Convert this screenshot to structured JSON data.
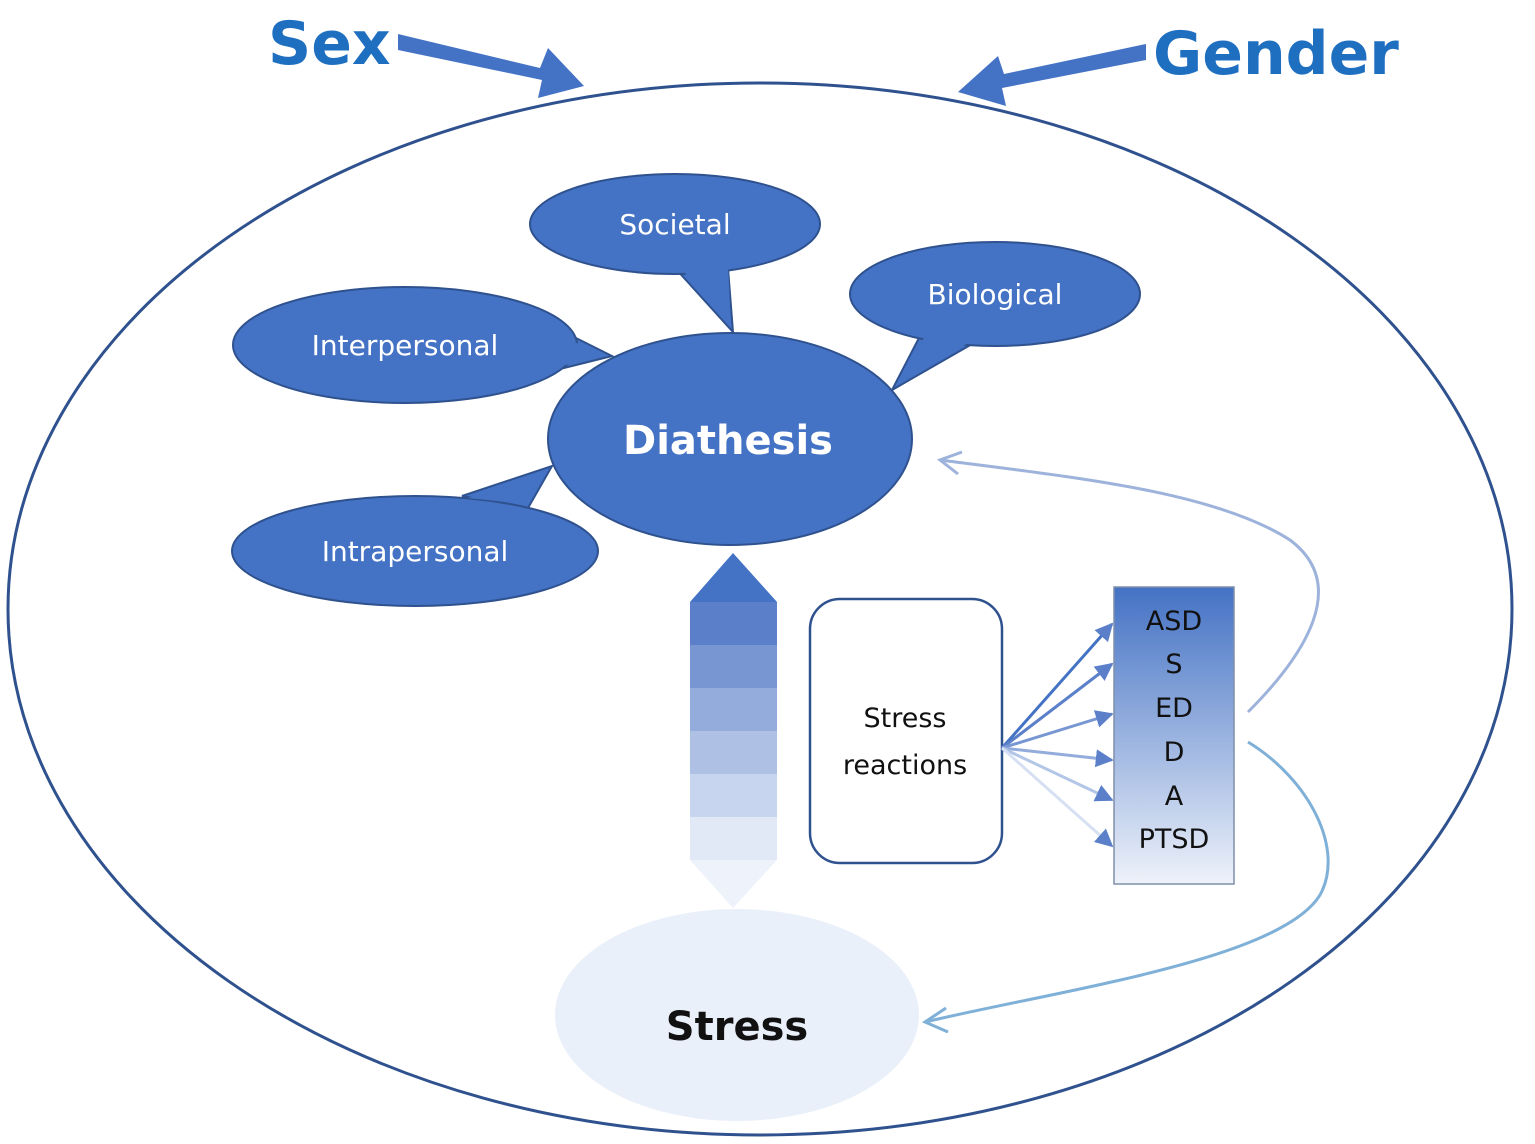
{
  "titles": {
    "left": "Sex",
    "right": "Gender"
  },
  "center": {
    "label": "Diathesis"
  },
  "factors": {
    "societal": "Societal",
    "biological": "Biological",
    "interpersonal": "Interpersonal",
    "intrapersonal": "Intrapersonal"
  },
  "stress": {
    "label": "Stress"
  },
  "reactions": {
    "line1": "Stress",
    "line2": "reactions"
  },
  "outcomes": [
    "ASD",
    "S",
    "ED",
    "D",
    "A",
    "PTSD"
  ],
  "colors": {
    "primary": "#4472c4",
    "outline": "#2f528f",
    "title": "#1f6fc0",
    "stress_fill": "#eaf0f9",
    "feedback_upper": "#9db3db",
    "feedback_lower": "#7fb0d8"
  }
}
